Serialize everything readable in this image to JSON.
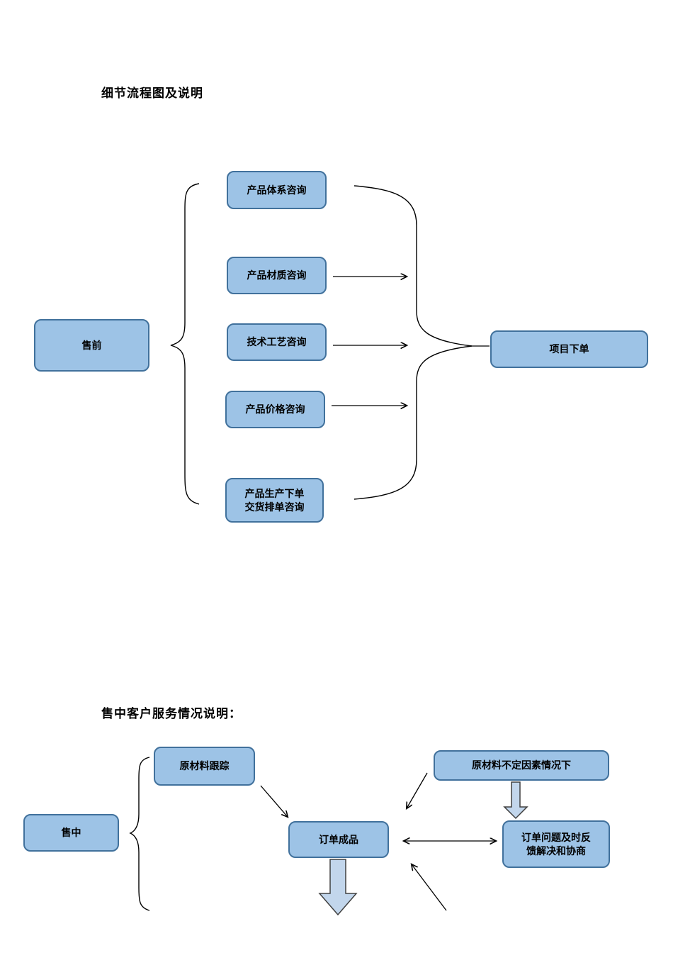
{
  "document": {
    "heading_flowchart": "细节流程图及说明",
    "heading_midsale": "售中客户服务情况说明："
  },
  "presale_flow": {
    "stage": "售前",
    "consult_items": [
      "产品体系咨询",
      "产品材质咨询",
      "技术工艺咨询",
      "产品价格咨询",
      "产品生产下单\n交货排单咨询"
    ],
    "result": "项目下单"
  },
  "midsale_flow": {
    "stage": "售中",
    "raw_material_tracking": "原材料跟踪",
    "raw_material_uncertainty": "原材料不定因素情况下",
    "order_product": "订单成品",
    "order_issue_feedback": "订单问题及时反\n馈解决和协商"
  },
  "colors": {
    "box_fill": "#9dc3e6",
    "box_border": "#41719c",
    "block_arrow_fill": "#c2d6ec",
    "block_arrow_border": "#404040",
    "connector": "#000000"
  }
}
